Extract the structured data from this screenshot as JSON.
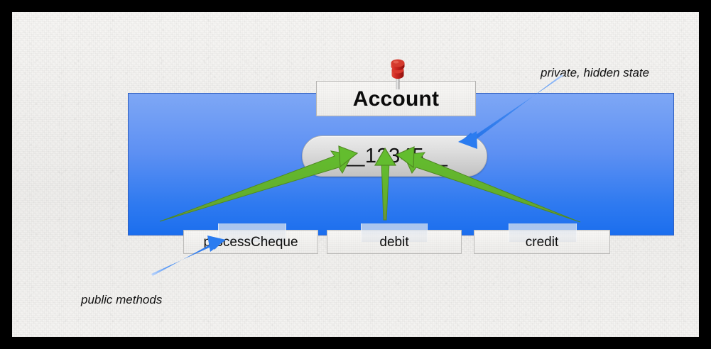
{
  "slide": {
    "background_color": "#000000",
    "canvas_color": "#f3f2f0"
  },
  "class_diagram": {
    "title": "Account",
    "title_card": {
      "label": "Account"
    },
    "pushpin": {
      "icon": "pushpin-icon",
      "color": "#c62020"
    },
    "body_panel": {
      "gradient_top_color": "#7ea7f5",
      "gradient_bottom_color": "#1b6eee",
      "border_color": "#2f5fc0"
    },
    "private_state": {
      "label": "__12345__",
      "fill_top_color": "#ebebeb",
      "fill_bottom_color": "#c2c2c2"
    },
    "methods": [
      {
        "label": "processCheque"
      },
      {
        "label": "debit"
      },
      {
        "label": "credit"
      }
    ]
  },
  "annotations": [
    {
      "id": "private-state",
      "text": "private, hidden state",
      "arrow_color": "#2b7cf0",
      "points_to": "private-state-box"
    },
    {
      "id": "public-methods",
      "text": "public methods",
      "arrow_color": "#2b7cf0",
      "points_to": "method-box-processCheque"
    }
  ],
  "relations": {
    "method_to_state_arrow_color": "#5cb32a",
    "arrows": [
      {
        "from": "processCheque",
        "to": "__12345__"
      },
      {
        "from": "debit",
        "to": "__12345__"
      },
      {
        "from": "credit",
        "to": "__12345__"
      }
    ]
  }
}
